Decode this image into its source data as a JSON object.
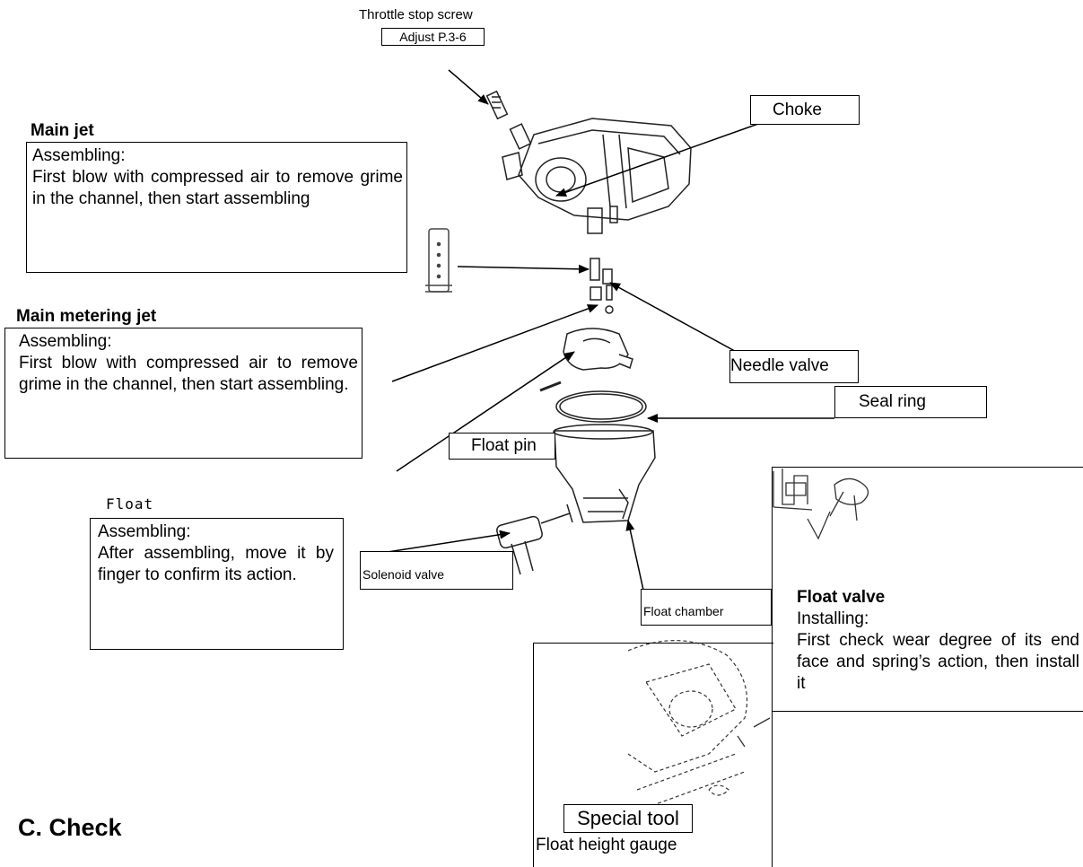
{
  "throttle": {
    "label": "Throttle stop screw",
    "sub": "Adjust P.3-6"
  },
  "choke": {
    "label": "Choke"
  },
  "main_jet": {
    "title": "Main jet",
    "heading": "Assembling:",
    "text": "First blow with compressed air to remove grime in the channel, then start assembling"
  },
  "main_metering_jet": {
    "title": "Main metering jet",
    "heading": "Assembling:",
    "text": "First blow with compressed air to remove grime in the channel, then start assembling."
  },
  "needle_valve": {
    "label": "Needle valve"
  },
  "seal_ring": {
    "label": "Seal ring"
  },
  "float_pin": {
    "label": "Float pin"
  },
  "float": {
    "title": "Float",
    "heading": "Assembling:",
    "text": "After assembling, move it by finger to confirm its action."
  },
  "solenoid_valve": {
    "label": "Solenoid valve"
  },
  "float_chamber": {
    "label": "Float chamber"
  },
  "float_valve": {
    "title": "Float valve",
    "heading": "Installing:",
    "text": "First check wear degree of its end face and spring’s action, then install it"
  },
  "special_tool": {
    "label": "Special tool",
    "sub": "Float height gauge"
  },
  "section": {
    "title": "C. Check"
  }
}
